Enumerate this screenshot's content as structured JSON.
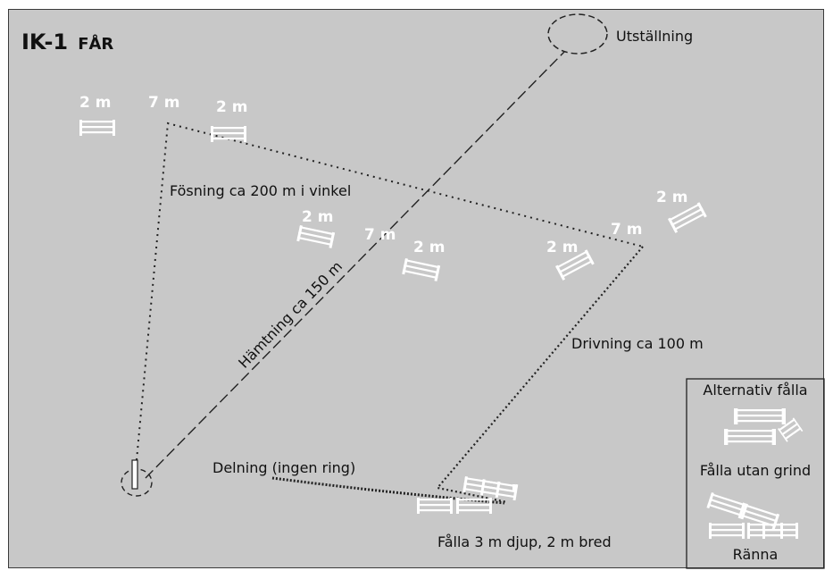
{
  "title": {
    "main": "IK-1",
    "sub": "FÅR"
  },
  "labels": {
    "utstallning": "Utställning",
    "fosning": "Fösning  ca 200 m i vinkel",
    "hamtning": "Hämtning ca 150 m",
    "drivning": "Drivning  ca 100 m",
    "delning": "Delning (ingen ring)",
    "falla": "Fålla 3 m djup, 2 m bred"
  },
  "measures": {
    "m2": "2 m",
    "m7": "7 m"
  },
  "legend": {
    "heading": "Alternativ fålla",
    "falla_utan_grind": "Fålla utan grind",
    "ranna": "Ränna"
  },
  "colors": {
    "field": "#c8c8c8",
    "gate": "#ffffff",
    "line": "#222222"
  }
}
